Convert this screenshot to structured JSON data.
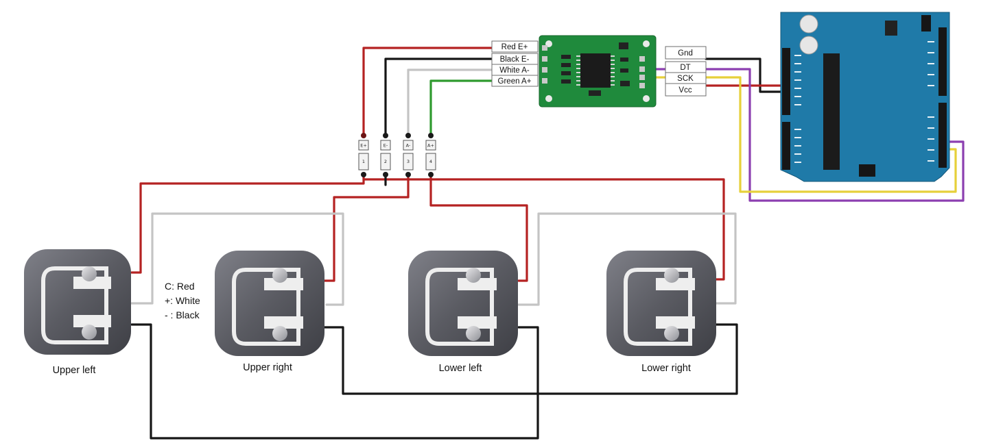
{
  "hx711": {
    "left_pins": [
      "Red E+",
      "Black E-",
      "White A-",
      "Green A+"
    ],
    "right_pins": [
      "Gnd",
      "DT",
      "SCK",
      "Vcc"
    ]
  },
  "connectors": [
    {
      "top": "E+",
      "bottom": "1"
    },
    {
      "top": "E-",
      "bottom": "2"
    },
    {
      "top": "A-",
      "bottom": "3"
    },
    {
      "top": "A+",
      "bottom": "4"
    }
  ],
  "load_cells": [
    "Upper left",
    "Upper right",
    "Lower left",
    "Lower right"
  ],
  "legend": [
    "C: Red",
    "+: White",
    "- : Black"
  ],
  "colors": {
    "red": "#b52222",
    "black": "#161616",
    "white_wire": "#c4c4c4",
    "green": "#2e9a2e",
    "yellow": "#e6d03a",
    "purple": "#8c3fb0",
    "pcb_green": "#1f8a3c",
    "arduino_blue": "#1f7aa8"
  }
}
